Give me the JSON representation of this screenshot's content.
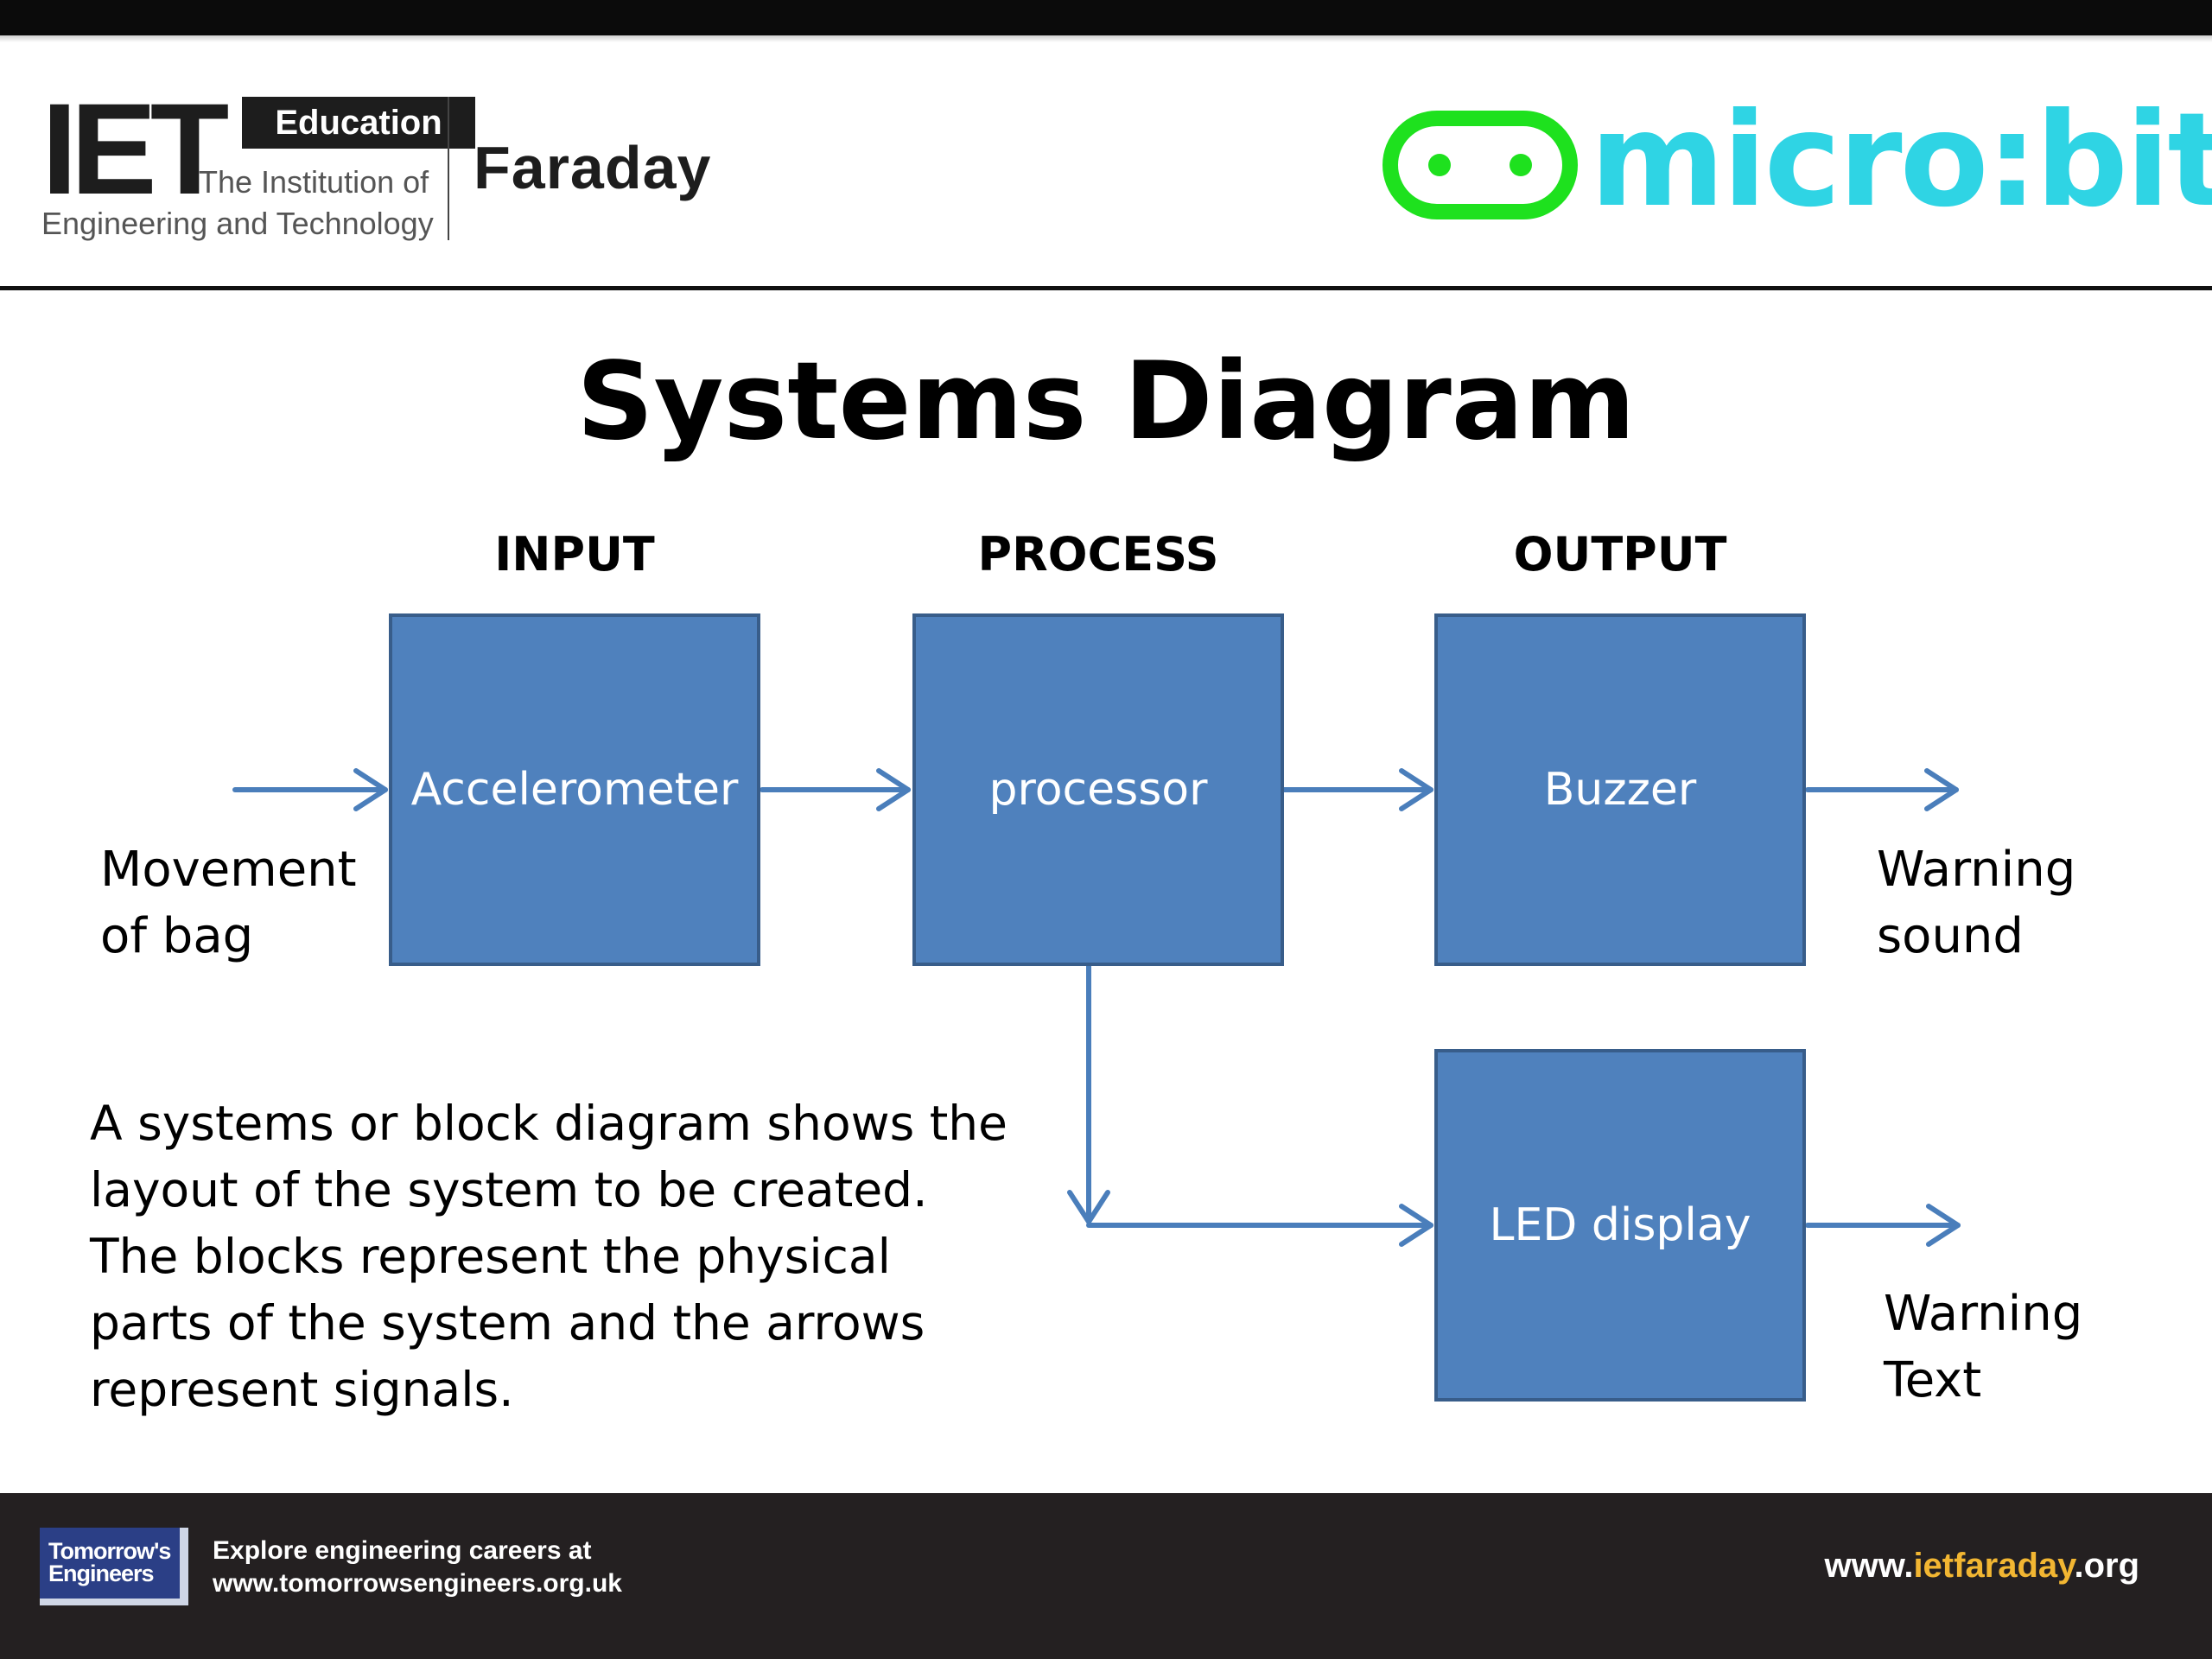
{
  "header": {
    "iet_mark": "IET",
    "education_badge": "Education",
    "institution_line1": "The Institution of",
    "institution_line2": "Engineering and Technology",
    "faraday": "Faraday",
    "microbit": "micro:bit"
  },
  "title": "Systems Diagram",
  "columns": {
    "input": "INPUT",
    "process": "PROCESS",
    "output": "OUTPUT"
  },
  "blocks": {
    "accelerometer": "Accelerometer",
    "processor": "processor",
    "buzzer": "Buzzer",
    "led_display": "LED display"
  },
  "labels": {
    "movement_line1": "Movement",
    "movement_line2": "of bag",
    "warning_sound_line1": "Warning",
    "warning_sound_line2": "sound",
    "warning_text_line1": "Warning",
    "warning_text_line2": "Text"
  },
  "explanation": "A systems or block diagram shows the layout of the system to be created. The blocks represent the physical parts of the system and the arrows represent signals.",
  "footer": {
    "te_logo_line1": "Tomorrow's",
    "te_logo_line2": "Engineers",
    "careers_line1": "Explore engineering careers at",
    "careers_line2": "www.tomorrowsengineers.org.uk",
    "site_prefix": "www.",
    "site_highlight": "ietfaraday",
    "site_suffix": ".org"
  },
  "colors": {
    "block_fill": "#4f81bd",
    "block_border": "#385d8a",
    "arrow": "#4a7ebb",
    "microbit_green": "#1ee11e",
    "microbit_cyan": "#2fd4e4",
    "footer_bg": "#242021",
    "site_highlight": "#f2b632"
  }
}
